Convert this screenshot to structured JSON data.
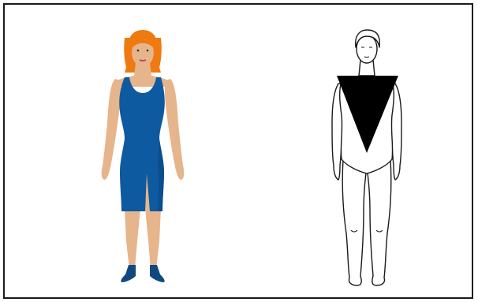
{
  "illustration": {
    "figures": [
      {
        "id": "dress-woman",
        "description_name": "woman-in-blue-dress"
      },
      {
        "id": "inverted-triangle",
        "description_name": "inverted-triangle-body-shape"
      }
    ],
    "colors": {
      "hair": "#f07a12",
      "skin": "#e6b58c",
      "dress": "#0d5aa0",
      "dress_dark": "#0a4680",
      "shoes": "#10497f",
      "outline": "#1a1a1a",
      "triangle": "#000000",
      "frame": "#1a1a1a",
      "background": "#ffffff"
    },
    "shape_name": "inverted-triangle"
  }
}
